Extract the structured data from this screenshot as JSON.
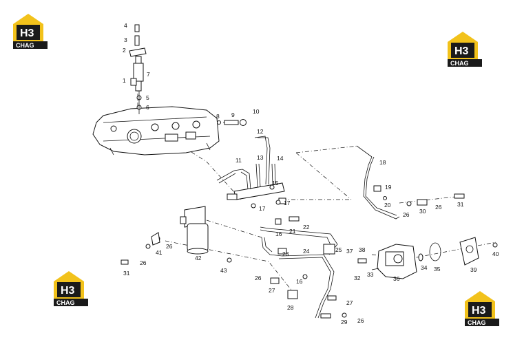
{
  "brand": {
    "logo_mark": "H3",
    "logo_word": "CHAG",
    "colors": {
      "yellow": "#f2c21b",
      "dark": "#1a1a1a"
    }
  },
  "callouts": [
    "1",
    "2",
    "3",
    "4",
    "5",
    "6",
    "7",
    "8",
    "9",
    "10",
    "11",
    "12",
    "13",
    "14",
    "15",
    "16",
    "17",
    "18",
    "19",
    "20",
    "21",
    "22",
    "23",
    "24",
    "25",
    "26",
    "27",
    "28",
    "29",
    "30",
    "31",
    "32",
    "33",
    "34",
    "35",
    "36",
    "37",
    "38",
    "39",
    "40",
    "41",
    "42",
    "43"
  ],
  "colors": {
    "line": "#111111",
    "background": "#ffffff"
  }
}
